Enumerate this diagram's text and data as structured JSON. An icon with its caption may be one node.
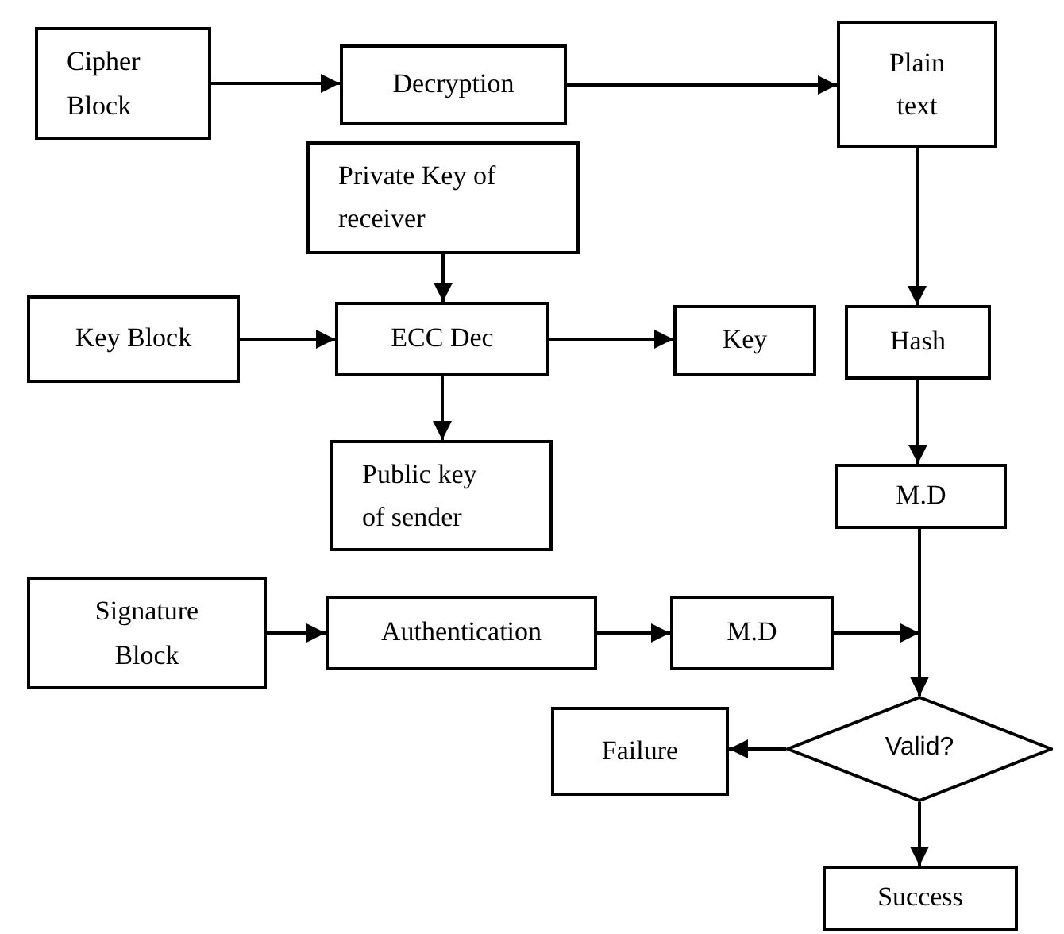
{
  "diagram": {
    "nodes": [
      {
        "text": [
          "Cipher Block"
        ]
      },
      {
        "text": [
          "Decryption"
        ]
      },
      {
        "text": [
          "Plain text"
        ]
      },
      {
        "text": [
          "Private Key of receiver"
        ]
      },
      {
        "text": [
          "Key Block"
        ]
      },
      {
        "text": [
          "ECC Dec"
        ]
      },
      {
        "text": [
          "Key"
        ]
      },
      {
        "text": [
          "Hash"
        ]
      },
      {
        "text": [
          "Public key of sender"
        ]
      },
      {
        "text": [
          "M.D"
        ]
      },
      {
        "text": [
          "Signature Block"
        ]
      },
      {
        "text": [
          "Authentication"
        ]
      },
      {
        "text": [
          "M.D"
        ]
      },
      {
        "text": [
          "Valid?"
        ]
      },
      {
        "text": [
          "Failure"
        ]
      },
      {
        "text": [
          "Success"
        ]
      }
    ],
    "edges": [
      {
        "from": 0,
        "to": 1,
        "arrow": "to"
      },
      {
        "from": 1,
        "to": 2,
        "arrow": "to"
      },
      {
        "from": 3,
        "to": 5,
        "arrow": "to"
      },
      {
        "from": 4,
        "to": 5,
        "arrow": "to"
      },
      {
        "from": 5,
        "to": 6,
        "arrow": "to"
      },
      {
        "from": 2,
        "to": 7,
        "arrow": "to"
      },
      {
        "from": 5,
        "to": 8,
        "arrow": "to"
      },
      {
        "from": 7,
        "to": 9,
        "arrow": "to"
      },
      {
        "from": 10,
        "to": 11,
        "arrow": "to"
      },
      {
        "from": 11,
        "to": 12,
        "arrow": "to"
      },
      {
        "from": 12,
        "to": 13,
        "arrow": "to"
      },
      {
        "from": 9,
        "to": 13,
        "arrow": "to"
      },
      {
        "from": 13,
        "to": 14,
        "arrow": "to"
      },
      {
        "from": 13,
        "to": 15,
        "arrow": "to"
      }
    ]
  }
}
